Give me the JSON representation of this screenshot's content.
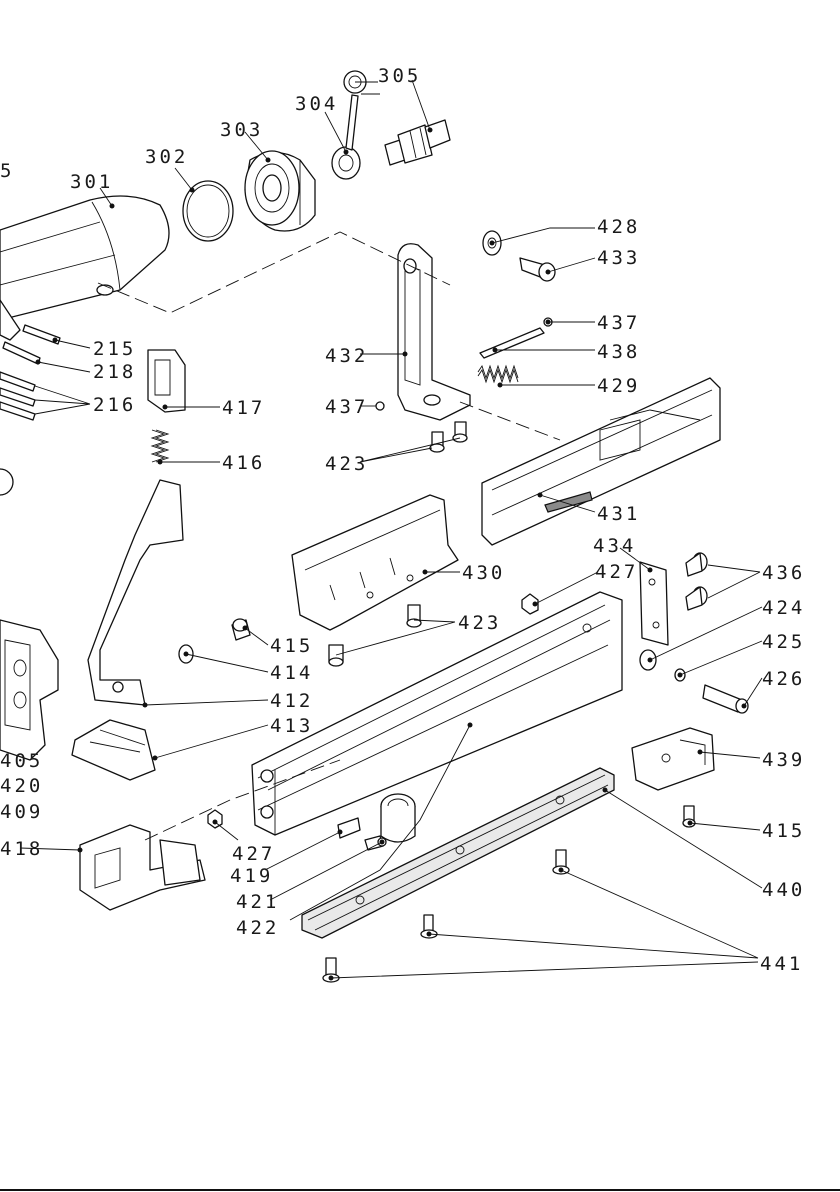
{
  "labels": {
    "l305": "305",
    "l304": "304",
    "l303": "303",
    "l302": "302",
    "l301": "301",
    "l5": "5",
    "l428": "428",
    "l433": "433",
    "l437a": "437",
    "l438": "438",
    "l432": "432",
    "l429": "429",
    "l437b": "437",
    "l423a": "423",
    "l431": "431",
    "l215": "215",
    "l218": "218",
    "l216": "216",
    "l417": "417",
    "l416": "416",
    "l434": "434",
    "l436": "436",
    "l430": "430",
    "l427a": "427",
    "l423b": "423",
    "l424": "424",
    "l425": "425",
    "l426": "426",
    "l415a": "415",
    "l414": "414",
    "l412": "412",
    "l413": "413",
    "l405": "405",
    "l420": "420",
    "l409": "409",
    "l418": "418",
    "l427b": "427",
    "l419": "419",
    "l421": "421",
    "l422": "422",
    "l439": "439",
    "l415b": "415",
    "l440": "440",
    "l441": "441"
  }
}
